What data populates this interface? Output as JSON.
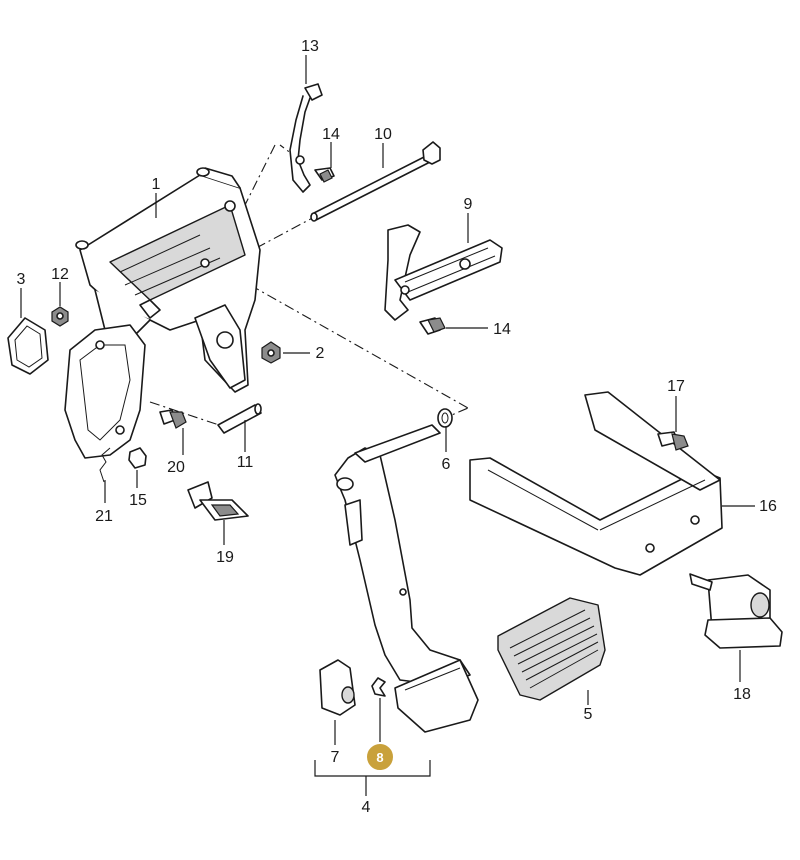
{
  "labels": {
    "p1": "1",
    "p2": "2",
    "p3": "3",
    "p4": "4",
    "p5": "5",
    "p6": "6",
    "p7": "7",
    "p8": "8",
    "p9": "9",
    "p10": "10",
    "p11": "11",
    "p12": "12",
    "p13": "13",
    "p14a": "14",
    "p14b": "14",
    "p15": "15",
    "p16": "16",
    "p17": "17",
    "p18": "18",
    "p19": "19",
    "p20": "20",
    "p21": "21"
  },
  "highlight": {
    "part": "8",
    "color": "#c9a13b"
  }
}
